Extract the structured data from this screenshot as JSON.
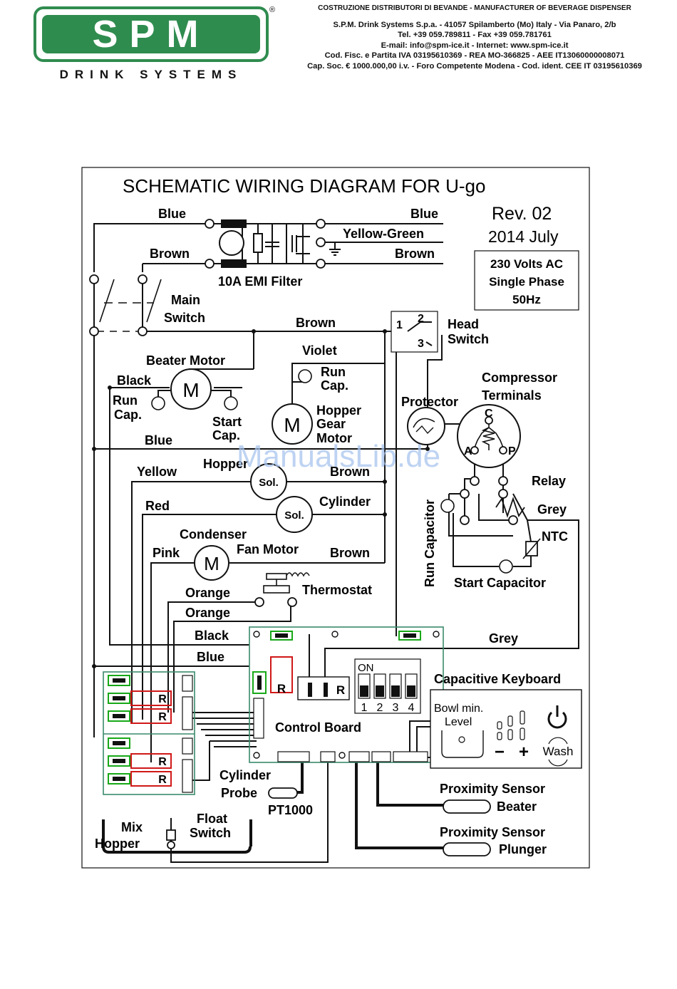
{
  "header": {
    "logo_text": "SPM",
    "registered_mark": "®",
    "tagline": "DRINK SYSTEMS",
    "company_lines": [
      "COSTRUZIONE DISTRIBUTORI DI BEVANDE - MANUFACTURER OF BEVERAGE DISPENSER",
      "S.P.M. Drink Systems S.p.a. - 41057 Spilamberto (Mo) Italy - Via Panaro, 2/b",
      "Tel. +39 059.789811 - Fax +39 059.781761",
      "E-mail: info@spm-ice.it - Internet: www.spm-ice.it",
      "Cod. Fisc. e Partita IVA 03195610369 - REA MO-366825 - AEE IT13060000008071",
      "Cap. Soc. € 1000.000,00 i.v. - Foro Competente Modena - Cod. ident. CEE IT 03195610369"
    ],
    "colors": {
      "brand_green": "#2f8c4f"
    }
  },
  "diagram": {
    "title": "SCHEMATIC WIRING DIAGRAM FOR  U-go",
    "rev": "Rev. 02",
    "date": "2014  July",
    "power": [
      "230 Volts AC",
      "Single Phase",
      "50Hz"
    ],
    "watermark": "ManualsLib.de",
    "labels": {
      "blue_in": "Blue",
      "blue_out": "Blue",
      "yellow_green": "Yellow-Green",
      "brown_in": "Brown",
      "brown_out": "Brown",
      "emi_filter": "10A EMI Filter",
      "main_switch_1": "Main",
      "main_switch_2": "Switch",
      "brown_head": "Brown",
      "head_1": "1",
      "head_2": "2",
      "head_3": "3",
      "head_switch_1": "Head",
      "head_switch_2": "Switch",
      "beater_motor": "Beater Motor",
      "violet": "Violet",
      "black_beater": "Black",
      "run_cap_beater_1": "Run",
      "run_cap_beater_2": "Cap.",
      "start_cap_beater_1": "Start",
      "start_cap_beater_2": "Cap.",
      "run_cap_hopper_1": "Run",
      "run_cap_hopper_2": "Cap.",
      "hopper_gear_1": "Hopper",
      "hopper_gear_2": "Gear",
      "hopper_gear_3": "Motor",
      "motor_symbol": "M",
      "compressor_1": "Compressor",
      "compressor_2": "Terminals",
      "protector": "Protector",
      "term_c": "C",
      "term_a": "A",
      "term_p": "P",
      "blue_mid": "Blue",
      "hopper_sol": "Hopper",
      "yellow": "Yellow",
      "brown_sol": "Brown",
      "sol": "Sol.",
      "red": "Red",
      "cylinder": "Cylinder",
      "relay": "Relay",
      "grey_relay": "Grey",
      "run_capacitor": "Run Capacitor",
      "ntc": "NTC",
      "condenser_1": "Condenser",
      "condenser_2": "Fan Motor",
      "pink": "Pink",
      "brown_fan": "Brown",
      "start_capacitor": "Start Capacitor",
      "orange_1": "Orange",
      "orange_2": "Orange",
      "thermostat": "Thermostat",
      "black_board": "Black",
      "blue_board": "Blue",
      "grey_board": "Grey",
      "relay_r": "R",
      "dip_on": "ON",
      "dip_nums": [
        "1",
        "2",
        "3",
        "4"
      ],
      "capacitive_keyboard": "Capacitive Keyboard",
      "bowl_min_1": "Bowl min.",
      "bowl_min_2": "Level",
      "wash": "Wash",
      "minus": "−",
      "plus": "+",
      "control_board": "Control Board",
      "cylinder_probe_1": "Cylinder",
      "cylinder_probe_2": "Probe",
      "pt1000": "PT1000",
      "prox_beater_1": "Proximity Sensor",
      "prox_beater_2": "Beater",
      "prox_plunger_1": "Proximity Sensor",
      "prox_plunger_2": "Plunger",
      "mix_1": "Mix",
      "mix_2": "Hopper",
      "float_1": "Float",
      "float_2": "Switch"
    },
    "colors": {
      "relay_red": "#d01818",
      "connector_green": "#18a818",
      "board_outline": "#3a8a6a",
      "watermark": "#a8c4ee"
    }
  }
}
